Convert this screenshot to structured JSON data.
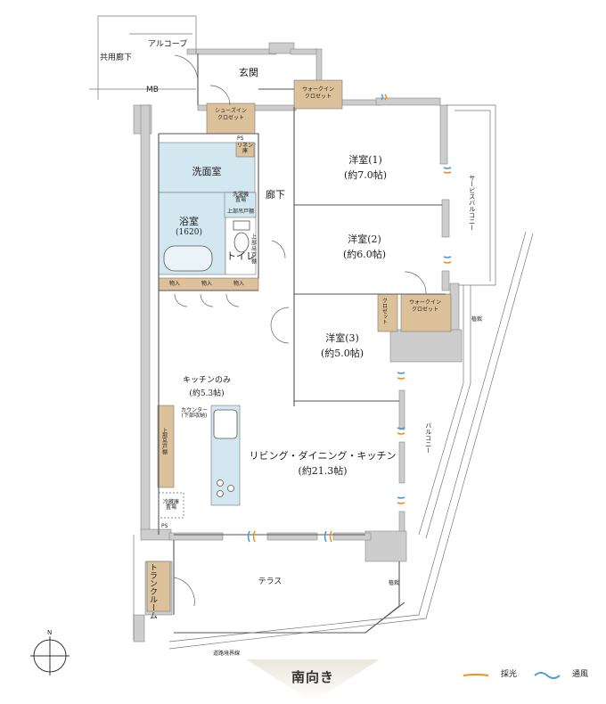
{
  "plan": {
    "rooms": {
      "alcove": "アルコーブ",
      "common_corridor": "共用廊下",
      "mb": "MB",
      "entrance": "玄関",
      "walkin_closet_top": "ウォークイン\nクロゼット",
      "shoes_in_closet": "シューズイン\nクロゼット",
      "ps_upper": "PS",
      "linen": "リネン\n庫",
      "washroom": "洗面室",
      "laundry": "洗濯機\n置場",
      "upper_cabinet_bath": "上部吊戸棚",
      "corridor": "廊下",
      "bath": "浴室",
      "bath_size": "(1620)",
      "toilet": "トイレ",
      "toilet_cabinet": "上部吊戸棚",
      "storage1": "物入",
      "storage2": "物入",
      "storage3": "物入",
      "bedroom1": "洋室(1)",
      "bedroom1_size": "(約7.0帖)",
      "bedroom2": "洋室(2)",
      "bedroom2_size": "(約6.0帖)",
      "bedroom3": "洋室(3)",
      "bedroom3_size": "(約5.0帖)",
      "closet": "クロゼット",
      "walkin_closet_mid": "ウォークイン\nクロゼット",
      "service_balcony": "サービスバルコニー",
      "planting_right": "植栽",
      "balcony": "バルコニー",
      "kitchen_only": "キッチンのみ",
      "kitchen_size": "(約5.3帖)",
      "counter": "カウンター\n(下部収納)",
      "kitchen_cabinet": "上部吊戸棚",
      "fridge": "冷蔵庫\n置場",
      "ps_lower": "PS",
      "ldk": "リビング・ダイニング・キッチン",
      "ldk_size": "(約21.3帖)",
      "terrace": "テラス",
      "planting_bottom": "植栽",
      "trunk_room": "トランクルーム",
      "road_boundary": "道路境界線"
    },
    "orientation": {
      "south": "南向き",
      "north": "N"
    },
    "legend": {
      "light": "採光",
      "light_color": "#f0901e",
      "wind": "通風",
      "wind_color": "#4a9fd0"
    },
    "colors": {
      "wet_area": "#d3e7f1",
      "storage": "#dcc19a",
      "wall": "#cdcdcd"
    }
  }
}
